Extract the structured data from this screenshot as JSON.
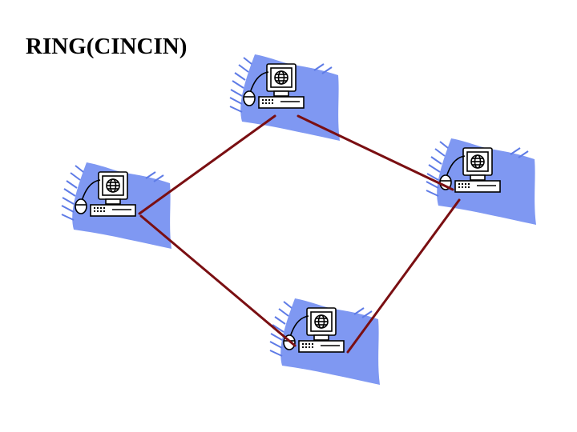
{
  "title": "RING(CINCIN)",
  "diagram": {
    "topology": "ring",
    "nodes": [
      {
        "id": "top",
        "icon": "computer-icon"
      },
      {
        "id": "right",
        "icon": "computer-icon"
      },
      {
        "id": "bottom",
        "icon": "computer-icon"
      },
      {
        "id": "left",
        "icon": "computer-icon"
      }
    ],
    "edges": [
      [
        "top",
        "right"
      ],
      [
        "right",
        "bottom"
      ],
      [
        "bottom",
        "left"
      ],
      [
        "left",
        "top"
      ]
    ]
  },
  "colors": {
    "link": "#7a0f12",
    "backdrop": "#7f98f2",
    "backdrop_stripe": "#5e7be6",
    "outline": "#000000",
    "screen_fill": "#ffffff",
    "keyboard_fill": "#ffffff"
  }
}
